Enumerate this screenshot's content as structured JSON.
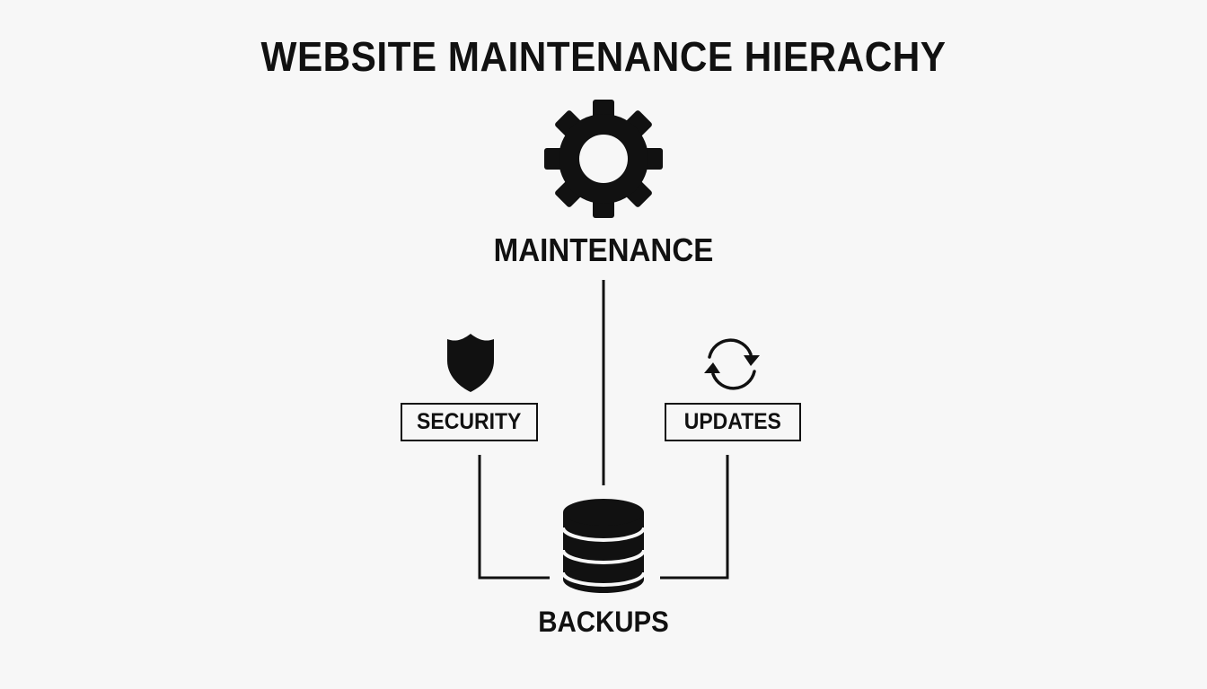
{
  "title": "WEBSITE MAINTENANCE HIERACHY",
  "nodes": {
    "maintenance": {
      "label": "MAINTENANCE",
      "icon": "gear-icon"
    },
    "security": {
      "label": "SECURITY",
      "icon": "shield-icon"
    },
    "updates": {
      "label": "UPDATES",
      "icon": "refresh-icon"
    },
    "backups": {
      "label": "BACKUPS",
      "icon": "database-icon"
    }
  },
  "colors": {
    "ink": "#111111",
    "background": "#f7f7f7"
  }
}
